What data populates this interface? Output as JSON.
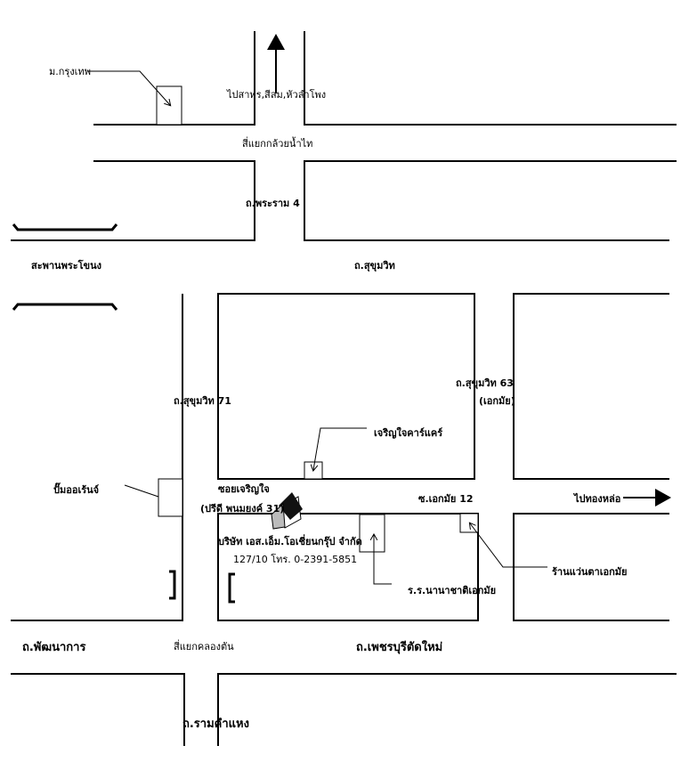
{
  "labels": {
    "bangkok_university": "ม.กรุงเทพ",
    "to_sathorn": "ไปสาทร,สีลม,หัวลำโพง",
    "kluaynamthai_junction": "สี่แยกกล้วยน้ำไท",
    "rama4_road": "ถ.พระราม 4",
    "phrakhanong_bridge": "สะพานพระโขนง",
    "sukhumvit_road": "ถ.สุขุมวิท",
    "sukhumvit_71": "ถ.สุขุมวิท 71",
    "sukhumvit_63": "ถ.สุขุมวิท 63",
    "ekkamai": "(เอกมัย)",
    "charoenjai_carcare": "เจริญใจคาร์แคร์",
    "orange_pump": "ปั๊มออเร้นจ์",
    "soi_charoenjai": "ซอยเจริญใจ",
    "pridi_31": "(ปรีดี พนมยงค์ 31)",
    "ekkamai_12": "ซ.เอกมัย 12",
    "to_thonglor": "ไปทองหล่อ",
    "company_name": "บริษัท เอส.เอ็ม.โอเชี่ยนกรุ๊ป จำกัด",
    "company_address": "127/10  โทร. 0-2391-5851",
    "optical_shop": "ร้านแว่นตาเอกมัย",
    "ekkamai_school": "ร.ร.นานาชาติเอกมัย",
    "pattanakarn_road": "ถ.พัฒนาการ",
    "khlongtan_junction": "สี่แยกคลองตัน",
    "petchburi_road": "ถ.เพชรบุรีตัดใหม่",
    "ramkhamhaeng_road": "ถ.รามคำแหง"
  }
}
